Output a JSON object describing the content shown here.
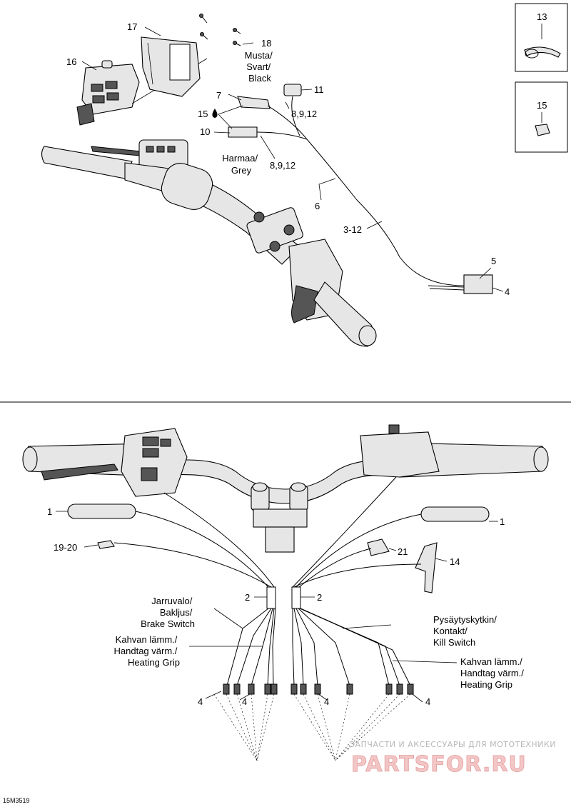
{
  "diagram_id": "15M3519",
  "callouts": {
    "c1_left": "1",
    "c1_right": "1",
    "c2_left": "2",
    "c2_right": "2",
    "c3_12": "3-12",
    "c4": "4",
    "c5": "5",
    "c6": "6",
    "c7": "7",
    "c8_9_12a": "8,9,12",
    "c8_9_12b": "8,9,12",
    "c10": "10",
    "c11": "11",
    "c13": "13",
    "c14": "14",
    "c15": "15",
    "c15_inline": "15",
    "c16": "16",
    "c17": "17",
    "c18": "18",
    "c19_20": "19-20",
    "c21": "21",
    "c4_b1": "4",
    "c4_b2": "4",
    "c4_b3": "4",
    "c4_b4": "4"
  },
  "labels": {
    "black": [
      "Musta/",
      "Svart/",
      "Black"
    ],
    "grey": [
      "Harmaa/",
      "Grey"
    ],
    "brake_switch": [
      "Jarruvalo/",
      "Bakljus/",
      "Brake Switch"
    ],
    "heating_grip_left": [
      "Kahvan lämm./",
      "Handtag värm./",
      "Heating Grip"
    ],
    "kill_switch": [
      "Pysäytyskytkin/",
      "Kontakt/",
      "Kill Switch"
    ],
    "heating_grip_right": [
      "Kahvan lämm./",
      "Handtag värm./",
      "Heating Grip"
    ]
  },
  "watermark": {
    "line1": "ЗАПЧАСТИ И АКСЕССУАРЫ ДЛЯ МОТОТЕХНИКИ",
    "line2": "PARTSFOR.RU"
  }
}
